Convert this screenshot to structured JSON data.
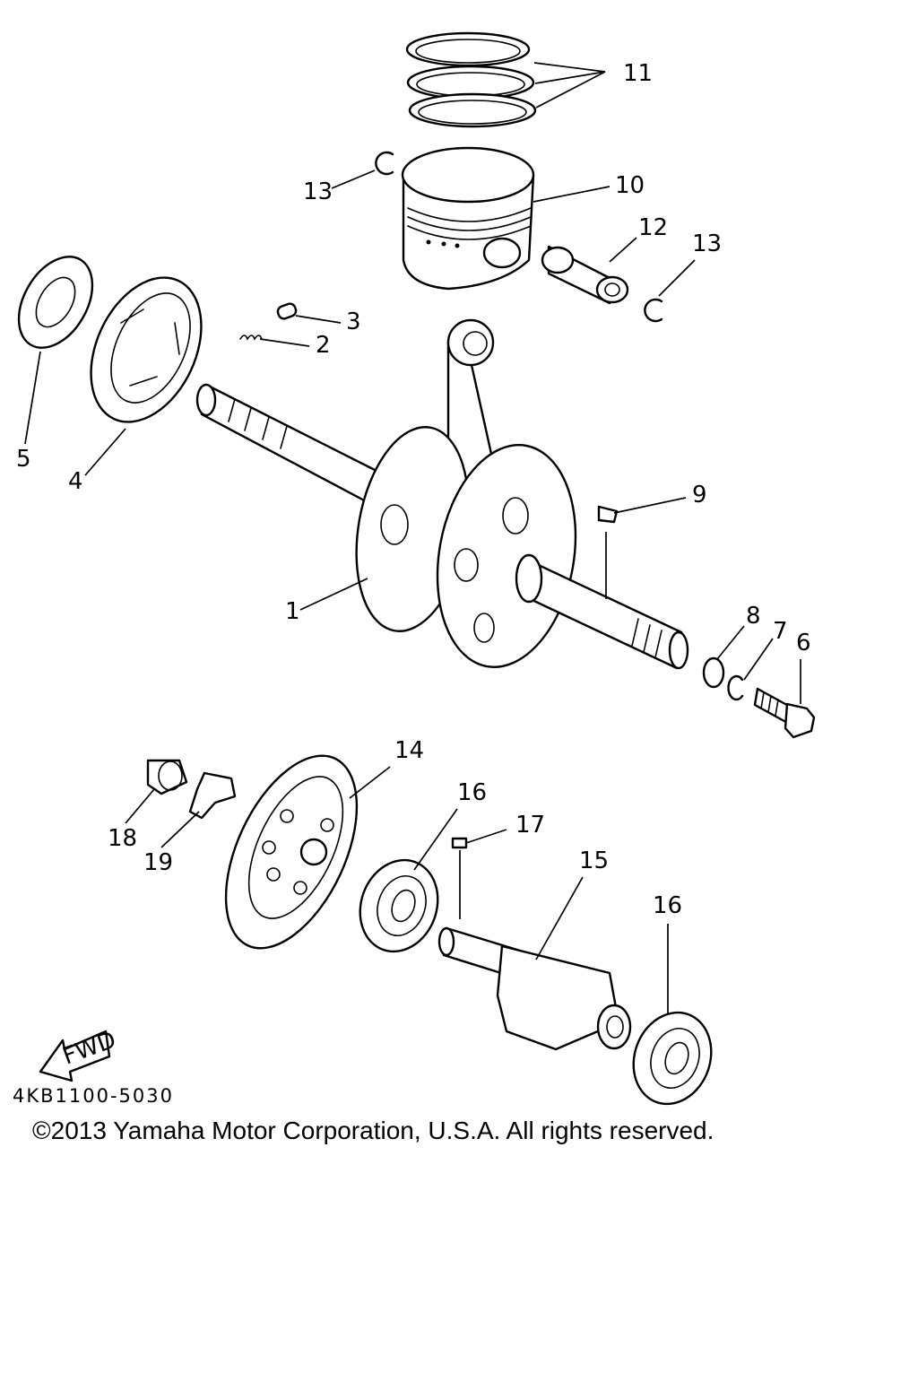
{
  "callouts": {
    "c1": "1",
    "c2": "2",
    "c3": "3",
    "c4": "4",
    "c5": "5",
    "c6": "6",
    "c7": "7",
    "c8": "8",
    "c9": "9",
    "c10": "10",
    "c11": "11",
    "c12": "12",
    "c13a": "13",
    "c13b": "13",
    "c14": "14",
    "c15": "15",
    "c16a": "16",
    "c16b": "16",
    "c17": "17",
    "c18": "18",
    "c19": "19"
  },
  "fwd_arrow_label": "FWD",
  "diagram_code": "4KB1100-5030",
  "copyright": "©2013 Yamaha Motor Corporation, U.S.A. All rights reserved."
}
